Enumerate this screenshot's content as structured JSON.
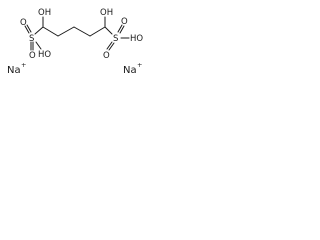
{
  "molecule": {
    "left_group": {
      "hydroxyl": "OH",
      "sulfur": "S",
      "oxo_top": "O",
      "oxo_bottom": "O",
      "hydroxy_sulfonate": "HO"
    },
    "right_group": {
      "hydroxyl": "OH",
      "sulfur": "S",
      "oxo_top": "O",
      "oxo_bottom": "O",
      "hydroxy_sulfonate": "HO"
    }
  },
  "counterions": {
    "left": {
      "symbol": "Na",
      "charge": "+"
    },
    "right": {
      "symbol": "Na",
      "charge": "+"
    }
  }
}
